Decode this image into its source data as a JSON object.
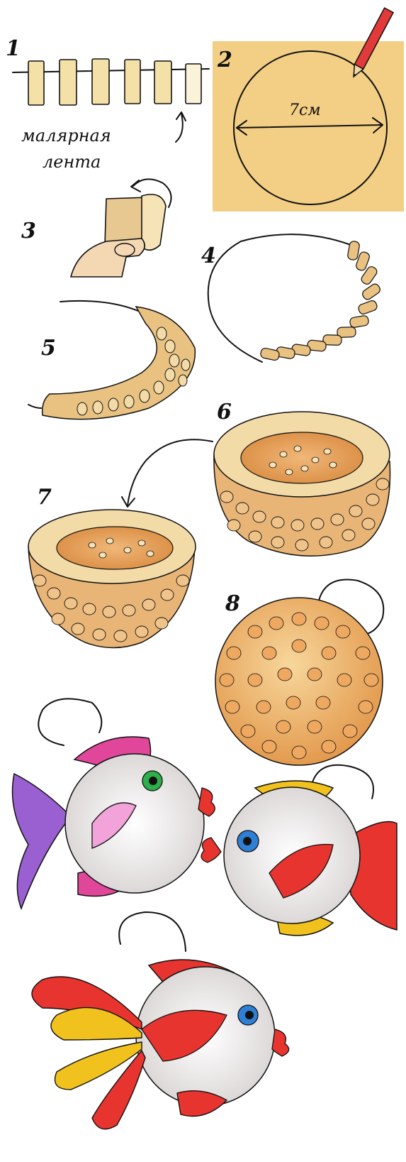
{
  "steps": [
    "1",
    "2",
    "3",
    "4",
    "5",
    "6",
    "7",
    "8"
  ],
  "labels": {
    "tape_line1": "малярная",
    "tape_line2": "лента",
    "diameter": "7см"
  },
  "colors": {
    "paper": "#f4e1a8",
    "card": "#f3cf86",
    "orange": "#e6a25a",
    "pink": "#e0479b",
    "purple": "#9a5fd0",
    "red": "#e8342f",
    "yellow": "#f1c21d",
    "green": "#2bb04b",
    "blue": "#2f7fd6",
    "grey": "#d7d3d3"
  },
  "icons": [
    "pencil-icon",
    "arrow-up-icon",
    "curved-arrow-icon",
    "thumb-icon"
  ]
}
